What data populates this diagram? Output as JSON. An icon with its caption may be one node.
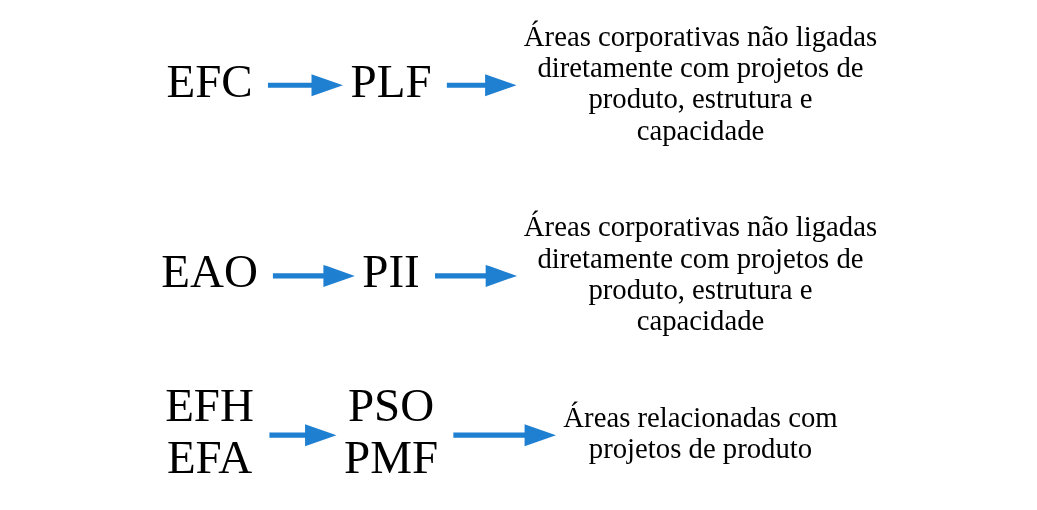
{
  "diagram": {
    "nodes": [
      {
        "text": [
          "EFH",
          "EFA"
        ]
      },
      {
        "text": [
          "PSO",
          "PMF"
        ]
      },
      {
        "text": [
          "Áreas relacionadas com projetos de produto"
        ]
      },
      {
        "text": [
          "EAO"
        ]
      },
      {
        "text": [
          "PII"
        ]
      },
      {
        "text": [
          "Áreas corporativas não ligadas diretamente com projetos de produto, estrutura e capacidade"
        ]
      },
      {
        "text": [
          "EFC"
        ]
      },
      {
        "text": [
          "PLF"
        ]
      },
      {
        "text": [
          "Áreas corporativas não ligadas diretamente com projetos de produto, estrutura e capacidade"
        ]
      }
    ],
    "edges": [
      {
        "from": 0,
        "to": 1,
        "arrow": "to"
      },
      {
        "from": 1,
        "to": 2,
        "arrow": "to"
      },
      {
        "from": 3,
        "to": 4,
        "arrow": "to"
      },
      {
        "from": 4,
        "to": 5,
        "arrow": "to"
      },
      {
        "from": 6,
        "to": 7,
        "arrow": "to"
      },
      {
        "from": 7,
        "to": 8,
        "arrow": "to"
      }
    ]
  }
}
